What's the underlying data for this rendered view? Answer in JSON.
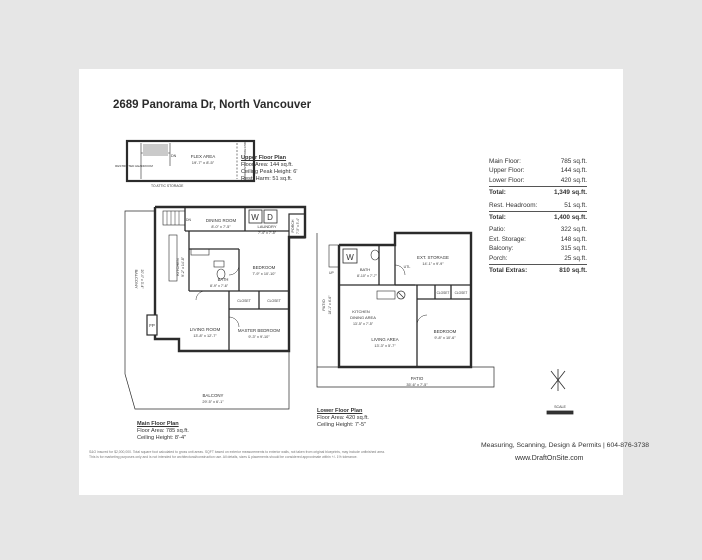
{
  "title": "2689 Panorama Dr, North Vancouver",
  "upper_floor": {
    "heading": "Upper Floor Plan",
    "area": "Floor Area: 144 sq.ft.",
    "ceiling": "Ceiling Peak Height: 6'",
    "rest": "Rest. Harm: 51 sq.ft.",
    "flex_name": "FLEX AREA",
    "flex_dim": "19'-7\" x 8'-5\"",
    "restricted_left": "RESTRICTED HEADROOM",
    "restricted_right": "RESTRICTED HEADROOM",
    "dn": "DN",
    "attic": "TO ATTIC STORAGE"
  },
  "main_floor": {
    "heading": "Main Floor Plan",
    "area": "Floor Area: 785 sq.ft.",
    "ceiling": "Ceiling Height: 8'-4\"",
    "rooms": {
      "dining": "DINING ROOM",
      "dining_dim": "8'-0\" x 7'-5\"",
      "laundry": "LAUNDRY",
      "laundry_dim": "7'-4\" x 7'-5\"",
      "porch": "PORCH",
      "porch_dim": "7'-5\" x 3'-4\"",
      "kitchen": "KITCHEN",
      "kitchen_dim": "9'-2\" x 14'-8\"",
      "bath": "BATH",
      "bath_dim": "8'-9\" x 7'-6\"",
      "bedroom": "BEDROOM",
      "bedroom_dim": "7'-9\" x 10'-10\"",
      "living": "LIVING ROOM",
      "living_dim": "13'-8\" x 12'-7\"",
      "closet_a": "CLOSET",
      "closet_b": "CLOSET",
      "master": "MASTER BEDROOM",
      "master_dim": "9'-3\" x 9'-10\"",
      "balcony_side": "BALCONY",
      "balcony_side_dim": "20'-0\" x 3'-4\"",
      "balcony_bottom": "BALCONY",
      "balcony_bottom_dim": "29'-5\" x 6'-1\"",
      "fp": "FP",
      "dn": "DN",
      "up": "UP",
      "w": "W",
      "d": "D"
    }
  },
  "lower_floor": {
    "heading": "Lower Floor Plan",
    "area": "Floor Area: 420 sq.ft.",
    "ceiling": "Ceiling Height: 7'-5\"",
    "rooms": {
      "storage": "EXT. STORAGE",
      "storage_dim": "14'-1\" x 9'-9\"",
      "bath": "BATH",
      "bath_dim": "8'-10\" x 7'-7\"",
      "kitchen": "KITCHEN",
      "kitchen2": "DINING AREA",
      "kitchen_dim": "13'-5\" x 7'-5\"",
      "living": "LIVING AREA",
      "living_dim": "13'-3\" x 5'-7\"",
      "bedroom": "BEDROOM",
      "bedroom_dim": "9'-8\" x 10'-6\"",
      "closet_a": "CLOSET",
      "closet_b": "CLOSET",
      "patio_side": "PATIO",
      "patio_side_dim": "18'-1\" x 4'-6\"",
      "patio_bottom": "PATIO",
      "patio_bottom_dim": "35'-6\" x 7'-5\"",
      "util": "UTL",
      "w": "W",
      "up": "UP"
    }
  },
  "stats": [
    {
      "label": "Main Floor:",
      "value": "785 sq.ft.",
      "bold": false
    },
    {
      "label": "Upper Floor:",
      "value": "144 sq.ft.",
      "bold": false
    },
    {
      "label": "Lower Floor:",
      "value": "420 sq.ft.",
      "bold": false
    },
    {
      "rule": true
    },
    {
      "label": "Total:",
      "value": "1,349 sq.ft.",
      "bold": true
    },
    {
      "gap": true
    },
    {
      "label": "Rest. Headroom:",
      "value": "51 sq.ft.",
      "bold": false
    },
    {
      "rule": true
    },
    {
      "label": "Total:",
      "value": "1,400 sq.ft.",
      "bold": true
    },
    {
      "gap": true
    },
    {
      "label": "Patio:",
      "value": "322 sq.ft.",
      "bold": false
    },
    {
      "label": "Ext. Storage:",
      "value": "148 sq.ft.",
      "bold": false
    },
    {
      "label": "Balcony:",
      "value": "315 sq.ft.",
      "bold": false
    },
    {
      "label": "Porch:",
      "value": "25 sq.ft.",
      "bold": false
    },
    {
      "rule": true
    },
    {
      "label": "Total Extras:",
      "value": "810 sq.ft.",
      "bold": true
    }
  ],
  "scale": "SCALE",
  "footer": {
    "services": "Measuring, Scanning, Design & Permits | 604-876-3738",
    "site": "www.DraftOnSite.com",
    "disclaimer_1": "S&O insured for $2,000,000. Total square foot calculated to gross unit areas. SQFT based on exterior measurements to exterior walls, not taken from original blueprints, may include unfinished area.",
    "disclaimer_2": "This is for marketing purposes only and is not intended for architectural/construction use. All details, sizes & placements should be considered approximate within +/- 1% tolerance."
  }
}
